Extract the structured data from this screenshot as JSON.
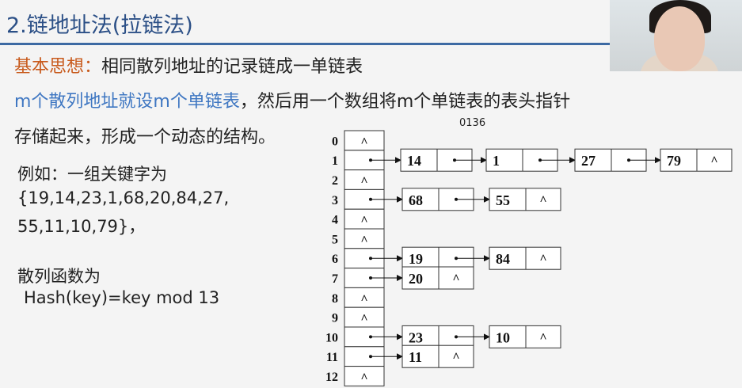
{
  "slide": {
    "title": "2.链地址法(拉链法)",
    "basic_label": "基本思想：",
    "basic_text": "相同散列地址的记录链成一单链表",
    "line2_blue": "m个散列地址就设m个单链表",
    "line2_rest": "，然后用一个数组将m个单链表的表头指针",
    "line3": "存储起来，形成一个动态的结构。",
    "code": "0136",
    "example_label": "例如：一组关键字为",
    "keys_line1": "{19,14,23,1,68,20,84,27,",
    "keys_line2": "55,11,10,79}，",
    "hash_label": "散列函数为",
    "hash_formula": "Hash(key)=key mod 13"
  },
  "diagram": {
    "indices": [
      "0",
      "1",
      "2",
      "3",
      "4",
      "5",
      "6",
      "7",
      "8",
      "9",
      "10",
      "11",
      "12"
    ],
    "null_symbol": "^",
    "chains": [
      {
        "row": 1,
        "keys": [
          "14",
          "1",
          "27",
          "79"
        ]
      },
      {
        "row": 3,
        "keys": [
          "68",
          "55"
        ]
      },
      {
        "row": 6,
        "keys": [
          "19",
          "84"
        ]
      },
      {
        "row": 7,
        "keys": [
          "20"
        ]
      },
      {
        "row": 10,
        "keys": [
          "23",
          "10"
        ]
      },
      {
        "row": 11,
        "keys": [
          "11"
        ]
      }
    ]
  }
}
